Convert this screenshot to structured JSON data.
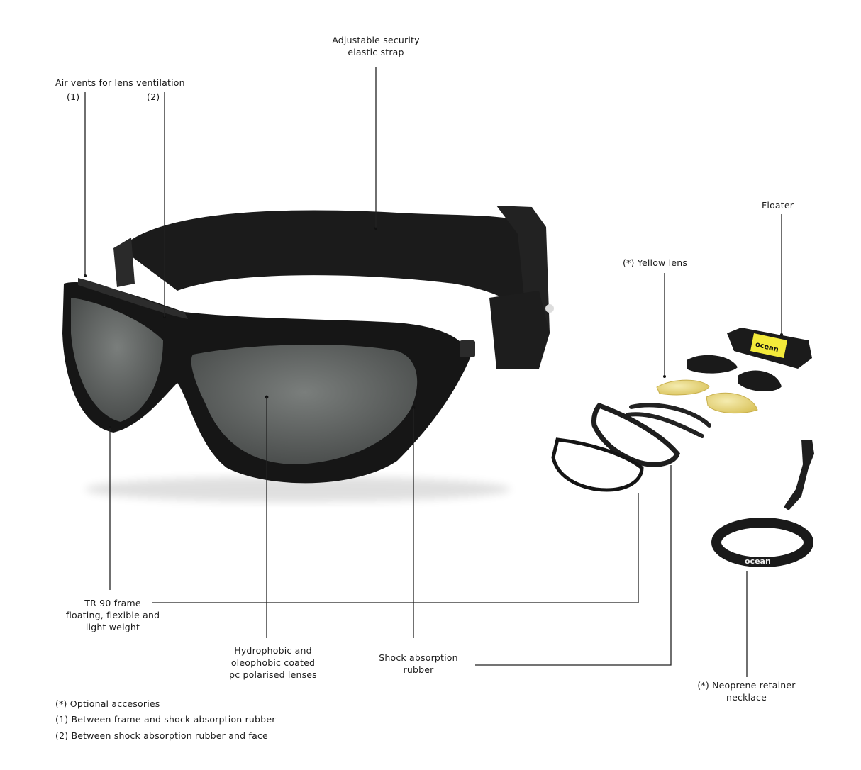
{
  "callouts": {
    "strap": {
      "line1": "Adjustable security",
      "line2": "elastic strap"
    },
    "vents": {
      "title": "Air vents for lens ventilation",
      "marker1": "(1)",
      "marker2": "(2)"
    },
    "yellow_lens": {
      "text": "(*) Yellow lens"
    },
    "floater": {
      "text": "Floater"
    },
    "frame": {
      "line1": "TR 90 frame",
      "line2": "floating, flexible and",
      "line3": "light weight"
    },
    "lenses": {
      "line1": "Hydrophobic and",
      "line2": "oleophobic coated",
      "line3": "pc polarised lenses"
    },
    "rubber": {
      "line1": "Shock absorption",
      "line2": "rubber"
    },
    "necklace": {
      "line1": "(*) Neoprene retainer",
      "line2": "necklace"
    }
  },
  "notes": [
    "(*) Optional accesories",
    "(1) Between frame and shock absorption rubber",
    "(2) Between shock absorption rubber and face"
  ],
  "brand": {
    "floater_logo": "ocean",
    "necklace_logo": "ocean"
  },
  "colors": {
    "frame": "#141414",
    "lens": "#5f6361",
    "yellow_lens": "#e8d57a",
    "floater": "#f3ea3a",
    "line": "#222222"
  }
}
